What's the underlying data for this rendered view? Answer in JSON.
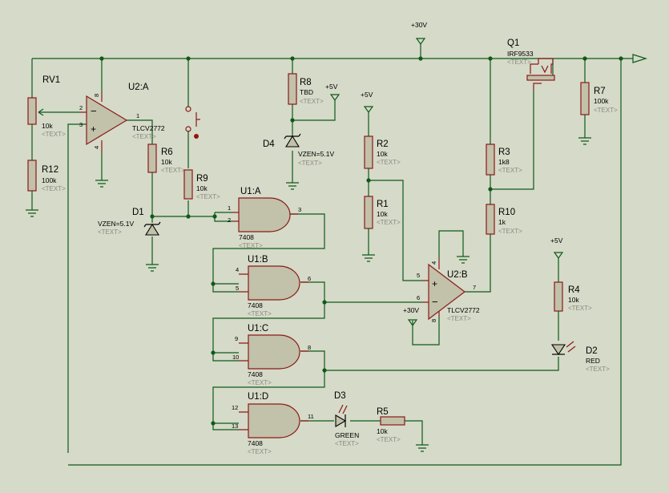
{
  "colors": {
    "background": "#d6dac8",
    "wire": "#0d5a1a",
    "lead": "#8a1a1a",
    "body": "#c2c1a9"
  },
  "placeholder": "<TEXT>",
  "power": {
    "plus30": "+30V",
    "plus5": "+5V"
  },
  "components": {
    "RV1": {
      "ref": "RV1",
      "value": "10k"
    },
    "R12": {
      "ref": "R12",
      "value": "100k"
    },
    "U2A": {
      "ref": "U2:A",
      "part": "TLCV2772"
    },
    "U2B": {
      "ref": "U2:B",
      "part": "TLCV2772"
    },
    "R6": {
      "ref": "R6",
      "value": "10k"
    },
    "R9": {
      "ref": "R9",
      "value": "10k"
    },
    "D1": {
      "ref": "D1",
      "value": "VZEN=5.1V"
    },
    "R8": {
      "ref": "R8",
      "value": "TBD"
    },
    "D4": {
      "ref": "D4",
      "value": "VZEN=5.1V"
    },
    "R2": {
      "ref": "R2",
      "value": "10k"
    },
    "R1": {
      "ref": "R1",
      "value": "10k"
    },
    "Q1": {
      "ref": "Q1",
      "value": "IRF9533"
    },
    "R7": {
      "ref": "R7",
      "value": "100k"
    },
    "R3": {
      "ref": "R3",
      "value": "1k8"
    },
    "R10": {
      "ref": "R10",
      "value": "1k"
    },
    "R4": {
      "ref": "R4",
      "value": "10k"
    },
    "D2": {
      "ref": "D2",
      "value": "RED"
    },
    "U1A": {
      "ref": "U1:A",
      "part": "7408"
    },
    "U1B": {
      "ref": "U1:B",
      "part": "7408"
    },
    "U1C": {
      "ref": "U1:C",
      "part": "7408"
    },
    "U1D": {
      "ref": "U1:D",
      "part": "7408"
    },
    "D3": {
      "ref": "D3",
      "value": "GREEN"
    },
    "R5": {
      "ref": "R5",
      "value": "10k"
    }
  },
  "pins": {
    "u2a": {
      "inv": "2",
      "noninv": "3",
      "out": "1",
      "vcc": "8",
      "gnd": "4",
      "minus": "−",
      "plus": "+"
    },
    "u2b": {
      "noninv": "5",
      "inv": "6",
      "out": "7",
      "vcc": "4",
      "gnd": "8",
      "minus": "−",
      "plus": "+"
    },
    "u1a": {
      "in1": "1",
      "in2": "2",
      "out": "3"
    },
    "u1b": {
      "in1": "4",
      "in2": "5",
      "out": "6"
    },
    "u1c": {
      "in1": "9",
      "in2": "10",
      "out": "8"
    },
    "u1d": {
      "in1": "12",
      "in2": "13",
      "out": "11"
    }
  }
}
